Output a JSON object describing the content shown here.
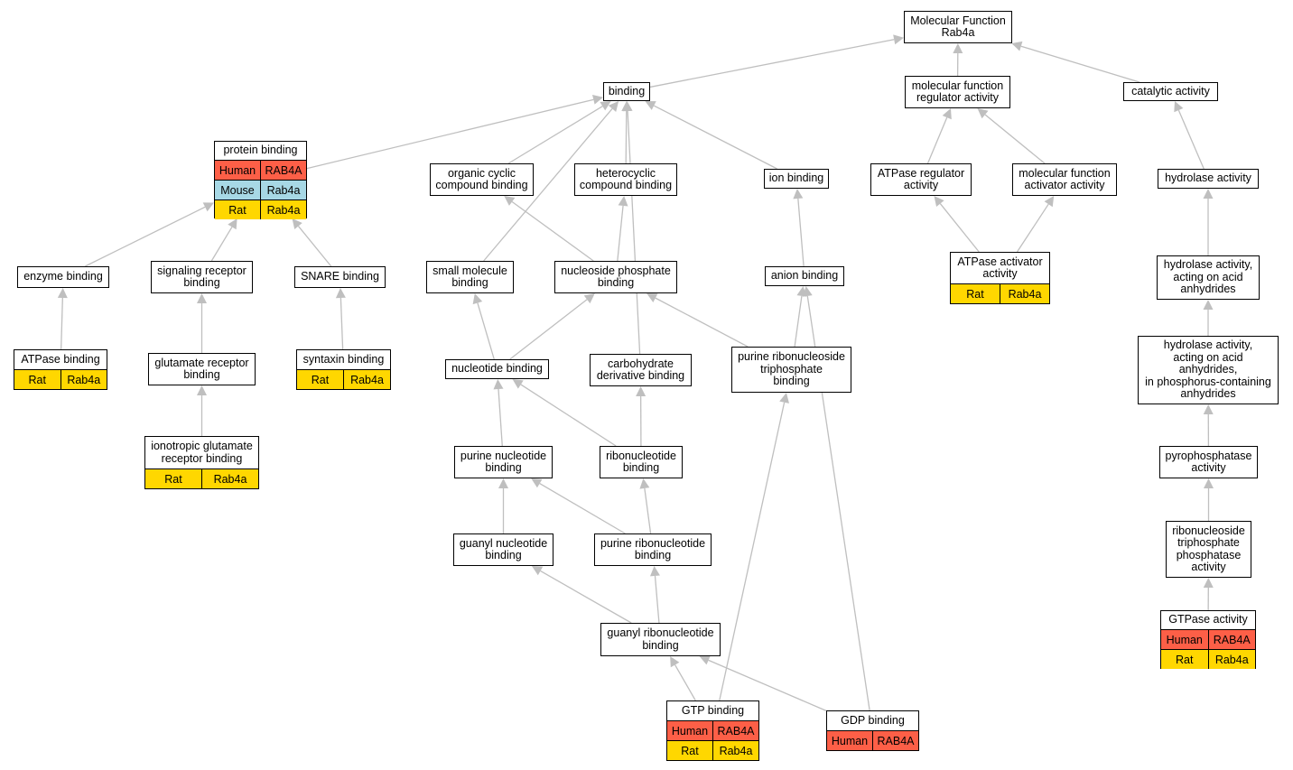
{
  "colors": {
    "edge": "#bfbfbf",
    "human": "#fd5f47",
    "mouse": "#a7d8e5",
    "rat": "#ffd700"
  },
  "nodes": {
    "mf_root": {
      "label": "Molecular Function\nRab4a",
      "rows": []
    },
    "binding": {
      "label": "binding",
      "rows": []
    },
    "mf_reg": {
      "label": "molecular function\nregulator activity",
      "rows": []
    },
    "catalytic": {
      "label": "catalytic activity",
      "rows": []
    },
    "protein_binding": {
      "label": "protein binding",
      "rows": [
        {
          "species": "human",
          "org": "Human",
          "gene": "RAB4A"
        },
        {
          "species": "mouse",
          "org": "Mouse",
          "gene": "Rab4a"
        },
        {
          "species": "rat",
          "org": "Rat",
          "gene": "Rab4a"
        }
      ]
    },
    "org_cyclic": {
      "label": "organic cyclic\ncompound binding",
      "rows": []
    },
    "heterocyclic": {
      "label": "heterocyclic\ncompound binding",
      "rows": []
    },
    "ion_binding": {
      "label": "ion binding",
      "rows": []
    },
    "atpase_reg": {
      "label": "ATPase regulator\nactivity",
      "rows": []
    },
    "mf_activator": {
      "label": "molecular function\nactivator activity",
      "rows": []
    },
    "hydrolase": {
      "label": "hydrolase activity",
      "rows": []
    },
    "atpase_act": {
      "label": "ATPase activator\nactivity",
      "rows": [
        {
          "species": "rat",
          "org": "Rat",
          "gene": "Rab4a"
        }
      ]
    },
    "enzyme_binding": {
      "label": "enzyme binding",
      "rows": []
    },
    "signaling": {
      "label": "signaling receptor\nbinding",
      "rows": []
    },
    "snare": {
      "label": "SNARE binding",
      "rows": []
    },
    "small_mol": {
      "label": "small molecule\nbinding",
      "rows": []
    },
    "nucleoside_phos": {
      "label": "nucleoside phosphate\nbinding",
      "rows": []
    },
    "anion": {
      "label": "anion binding",
      "rows": []
    },
    "hydro_anhyd": {
      "label": "hydrolase activity,\nacting on acid\nanhydrides",
      "rows": []
    },
    "atpase_binding": {
      "label": "ATPase binding",
      "rows": [
        {
          "species": "rat",
          "org": "Rat",
          "gene": "Rab4a"
        }
      ]
    },
    "glutamate": {
      "label": "glutamate receptor\nbinding",
      "rows": []
    },
    "syntaxin": {
      "label": "syntaxin binding",
      "rows": [
        {
          "species": "rat",
          "org": "Rat",
          "gene": "Rab4a"
        }
      ]
    },
    "nucleotide": {
      "label": "nucleotide binding",
      "rows": []
    },
    "carb_deriv": {
      "label": "carbohydrate\nderivative binding",
      "rows": []
    },
    "purine_rnt": {
      "label": "purine ribonucleoside\ntriphosphate\nbinding",
      "rows": []
    },
    "hydro_phos": {
      "label": "hydrolase activity,\nacting on acid\nanhydrides,\nin phosphorus-containing\nanhydrides",
      "rows": []
    },
    "ionotropic": {
      "label": "ionotropic glutamate\nreceptor binding",
      "rows": [
        {
          "species": "rat",
          "org": "Rat",
          "gene": "Rab4a"
        }
      ]
    },
    "purine_nt": {
      "label": "purine nucleotide\nbinding",
      "rows": []
    },
    "ribonucleotide": {
      "label": "ribonucleotide\nbinding",
      "rows": []
    },
    "pyrophos": {
      "label": "pyrophosphatase\nactivity",
      "rows": []
    },
    "guanyl_nt": {
      "label": "guanyl nucleotide\nbinding",
      "rows": []
    },
    "purine_ribo": {
      "label": "purine ribonucleotide\nbinding",
      "rows": []
    },
    "ribo_tri": {
      "label": "ribonucleoside\ntriphosphate\nphosphatase\nactivity",
      "rows": []
    },
    "gtpase": {
      "label": "GTPase activity",
      "rows": [
        {
          "species": "human",
          "org": "Human",
          "gene": "RAB4A"
        },
        {
          "species": "rat",
          "org": "Rat",
          "gene": "Rab4a"
        }
      ]
    },
    "guanyl_ribo": {
      "label": "guanyl ribonucleotide\nbinding",
      "rows": []
    },
    "gtp": {
      "label": "GTP binding",
      "rows": [
        {
          "species": "human",
          "org": "Human",
          "gene": "RAB4A"
        },
        {
          "species": "rat",
          "org": "Rat",
          "gene": "Rab4a"
        }
      ]
    },
    "gdp": {
      "label": "GDP binding",
      "rows": [
        {
          "species": "human",
          "org": "Human",
          "gene": "RAB4A"
        }
      ]
    }
  },
  "edges": [
    [
      "binding",
      "mf_root"
    ],
    [
      "mf_reg",
      "mf_root"
    ],
    [
      "catalytic",
      "mf_root"
    ],
    [
      "protein_binding",
      "binding"
    ],
    [
      "org_cyclic",
      "binding"
    ],
    [
      "heterocyclic",
      "binding"
    ],
    [
      "ion_binding",
      "binding"
    ],
    [
      "small_mol",
      "binding"
    ],
    [
      "carb_deriv",
      "binding"
    ],
    [
      "atpase_reg",
      "mf_reg"
    ],
    [
      "mf_activator",
      "mf_reg"
    ],
    [
      "atpase_act",
      "atpase_reg"
    ],
    [
      "atpase_act",
      "mf_activator"
    ],
    [
      "hydrolase",
      "catalytic"
    ],
    [
      "hydro_anhyd",
      "hydrolase"
    ],
    [
      "hydro_phos",
      "hydro_anhyd"
    ],
    [
      "pyrophos",
      "hydro_phos"
    ],
    [
      "ribo_tri",
      "pyrophos"
    ],
    [
      "gtpase",
      "ribo_tri"
    ],
    [
      "enzyme_binding",
      "protein_binding"
    ],
    [
      "signaling",
      "protein_binding"
    ],
    [
      "snare",
      "protein_binding"
    ],
    [
      "atpase_binding",
      "enzyme_binding"
    ],
    [
      "glutamate",
      "signaling"
    ],
    [
      "ionotropic",
      "glutamate"
    ],
    [
      "syntaxin",
      "snare"
    ],
    [
      "nucleoside_phos",
      "org_cyclic"
    ],
    [
      "nucleoside_phos",
      "heterocyclic"
    ],
    [
      "anion",
      "ion_binding"
    ],
    [
      "nucleotide",
      "small_mol"
    ],
    [
      "nucleotide",
      "nucleoside_phos"
    ],
    [
      "purine_rnt",
      "nucleoside_phos"
    ],
    [
      "purine_rnt",
      "anion"
    ],
    [
      "purine_nt",
      "nucleotide"
    ],
    [
      "ribonucleotide",
      "nucleotide"
    ],
    [
      "ribonucleotide",
      "carb_deriv"
    ],
    [
      "guanyl_nt",
      "purine_nt"
    ],
    [
      "purine_ribo",
      "purine_nt"
    ],
    [
      "purine_ribo",
      "ribonucleotide"
    ],
    [
      "guanyl_ribo",
      "guanyl_nt"
    ],
    [
      "guanyl_ribo",
      "purine_ribo"
    ],
    [
      "gtp",
      "guanyl_ribo"
    ],
    [
      "gtp",
      "purine_rnt"
    ],
    [
      "gdp",
      "guanyl_ribo"
    ],
    [
      "gdp",
      "anion"
    ]
  ]
}
